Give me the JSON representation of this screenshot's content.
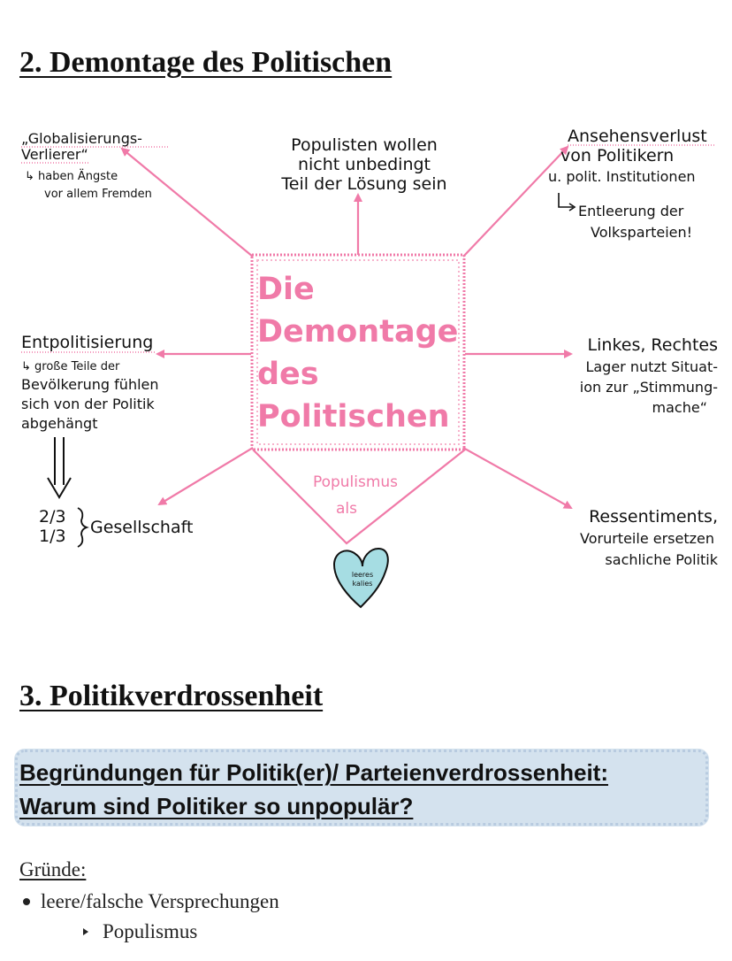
{
  "section2": {
    "heading": "2. Demontage des Politischen"
  },
  "mindmap": {
    "center_lines": [
      "Die",
      "Demontage",
      "des",
      "Politischen"
    ],
    "populism_lines": [
      "Populismus",
      "als"
    ],
    "heart_lines": [
      "leeres",
      "kalies"
    ],
    "top_left_lines": [
      "„Globalisierungs-",
      "Verlierer“",
      "↳ haben Ängste",
      "vor allem Fremden"
    ],
    "top_center_lines": [
      "Populisten wollen",
      "nicht unbedingt",
      "Teil der Lösung sein"
    ],
    "top_right_lines": [
      "Ansehensverlust",
      "von Politikern",
      "u. polit. Institutionen"
    ],
    "top_right_sub_lines": [
      "Entleerung der",
      "Volksparteien!"
    ],
    "mid_left_lines": [
      "Entpolitisierung",
      "↳ große Teile der",
      "Bevölkerung fühlen",
      "sich von der Politik",
      "abgehängt"
    ],
    "mid_right_lines": [
      "Linkes, Rechtes",
      "Lager nutzt Situat-",
      "ion zur „Stimmung-",
      "mache“"
    ],
    "fractions": [
      "2/3",
      "1/3"
    ],
    "society_label": "Gesellschaft",
    "bottom_right_lines": [
      "Ressentiments,",
      "Vorurteile ersetzen",
      "sachliche Politik"
    ],
    "colors": {
      "accent_pink": "#f07aa8",
      "heart_fill": "#a6dde3",
      "ink": "#111111"
    }
  },
  "section3": {
    "heading": "3. Politikverdrossenheit",
    "callout_line1": "Begründungen für Politik(er)/ Parteienverdrossenheit:",
    "callout_line2": "Warum sind Politiker so unpopulär?",
    "callout_color": "#d4e2ee",
    "reasons_label": "Gründe:",
    "reasons": [
      {
        "text": "leere/falsche Versprechungen",
        "sub": [
          "Populismus"
        ]
      }
    ]
  }
}
